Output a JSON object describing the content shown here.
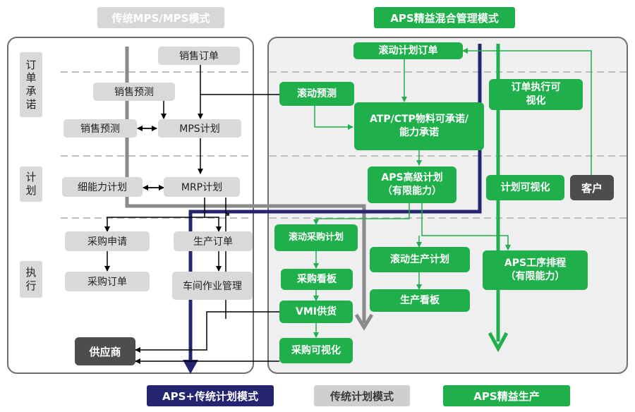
{
  "headers": {
    "left": "传统MPS/MPS模式",
    "right": "APS精益混合管理模式"
  },
  "side_labels": {
    "order": "订单承诺",
    "plan": "计划",
    "execute": "执行"
  },
  "left_boxes": {
    "sales_order": "销售订单",
    "sales_forecast_1": "销售预测",
    "sales_forecast_2": "销售预测",
    "mps_plan": "MPS计划",
    "capacity_plan": "细能力计划",
    "mrp_plan": "MRP计划",
    "purchase_request": "采购申请",
    "production_order": "生产订单",
    "purchase_order": "采购订单",
    "workshop_mgmt": "车间作业管理",
    "supplier": "供应商"
  },
  "right_boxes": {
    "rolling_order": "滚动计划订单",
    "rolling_forecast": "滚动预测",
    "atp_ctp": "ATP/CTP物料可承诺/能力承诺",
    "order_exec_visual": "订单执行可视化",
    "aps_advanced": "APS高级计划（有限能力）",
    "plan_visual": "计划可视化",
    "customer": "客户",
    "rolling_purchase": "滚动采购计划",
    "rolling_production": "滚动生产计划",
    "aps_schedule": "APS工序排程（有限能力）",
    "purchase_kanban": "采购看板",
    "production_kanban": "生产看板",
    "vmi": "VMI供货",
    "purchase_visual": "采购可视化"
  },
  "legend": {
    "aps_traditional": "APS+传统计划模式",
    "traditional": "传统计划模式",
    "aps_lean": "APS精益生产"
  },
  "colors": {
    "green": "#1fb04c",
    "navy": "#242470",
    "gray": "#8a8a8a",
    "dark": "#4d4d4d"
  }
}
